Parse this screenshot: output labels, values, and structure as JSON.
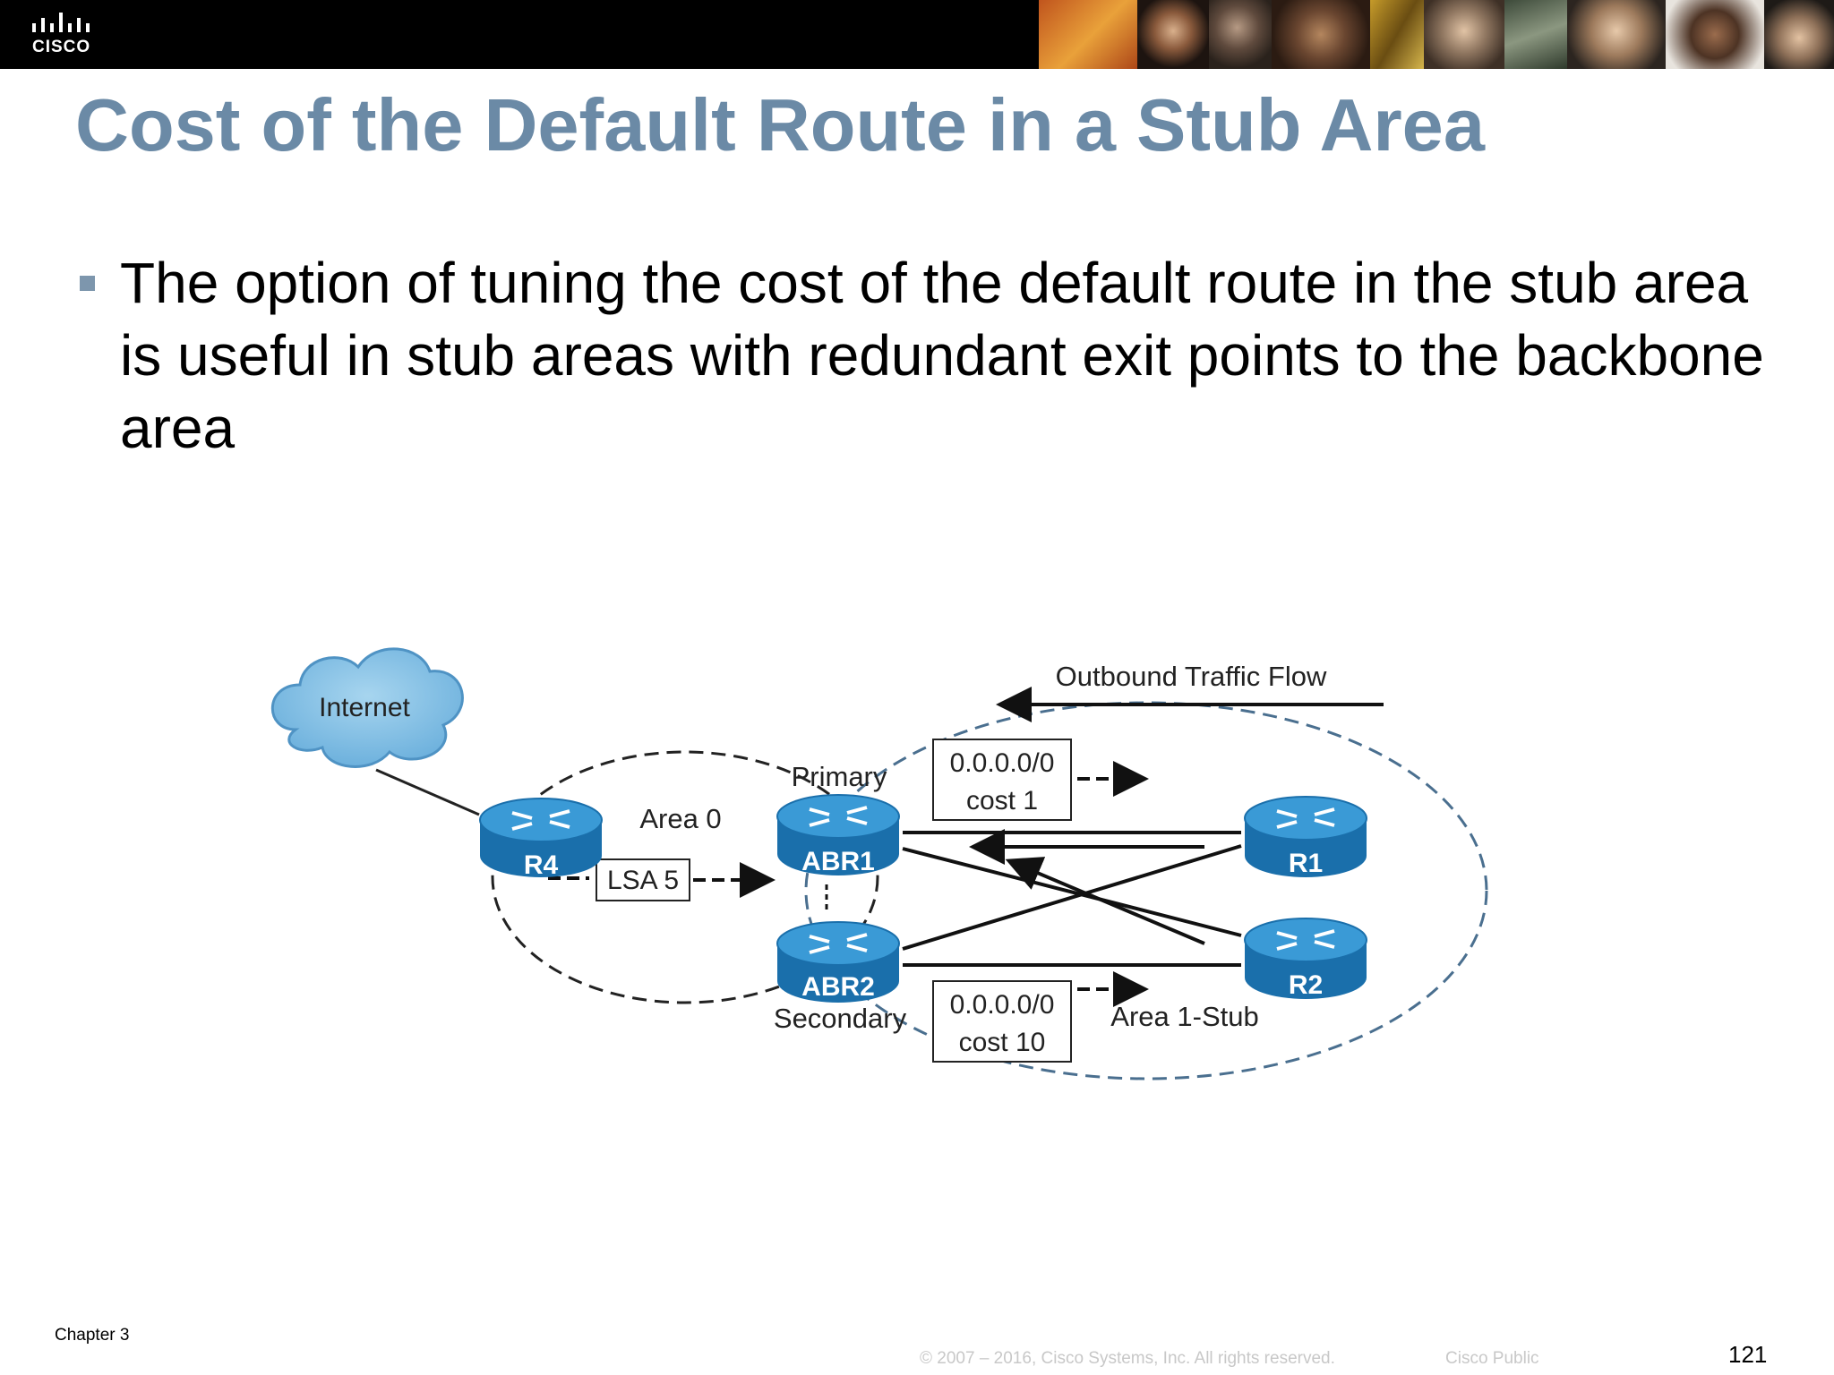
{
  "header": {
    "logo_text": "CISCO"
  },
  "slide": {
    "title": "Cost of the Default Route in a Stub Area",
    "bullet": "The option of tuning the cost of the default route in the stub area is useful in stub areas with redundant exit points to the backbone area"
  },
  "diagram": {
    "internet": "Internet",
    "outbound": "Outbound Traffic Flow",
    "area0": "Area 0",
    "primary": "Primary",
    "secondary": "Secondary",
    "lsa": "LSA 5",
    "area1": "Area 1-Stub",
    "route_primary": "0.0.0.0/0",
    "cost_primary": "cost 1",
    "route_secondary": "0.0.0.0/0",
    "cost_secondary": "cost 10",
    "routers": {
      "r4": "R4",
      "abr1": "ABR1",
      "abr2": "ABR2",
      "r1": "R1",
      "r2": "R2"
    }
  },
  "footer": {
    "chapter": "Chapter 3",
    "copyright": "© 2007 – 2016, Cisco Systems, Inc. All rights reserved.",
    "classification": "Cisco Public",
    "page": "121"
  },
  "colors": {
    "title": "#6b8aa6",
    "router_blue": "#1e7fc0",
    "cloud_blue": "#8ac4e6"
  }
}
